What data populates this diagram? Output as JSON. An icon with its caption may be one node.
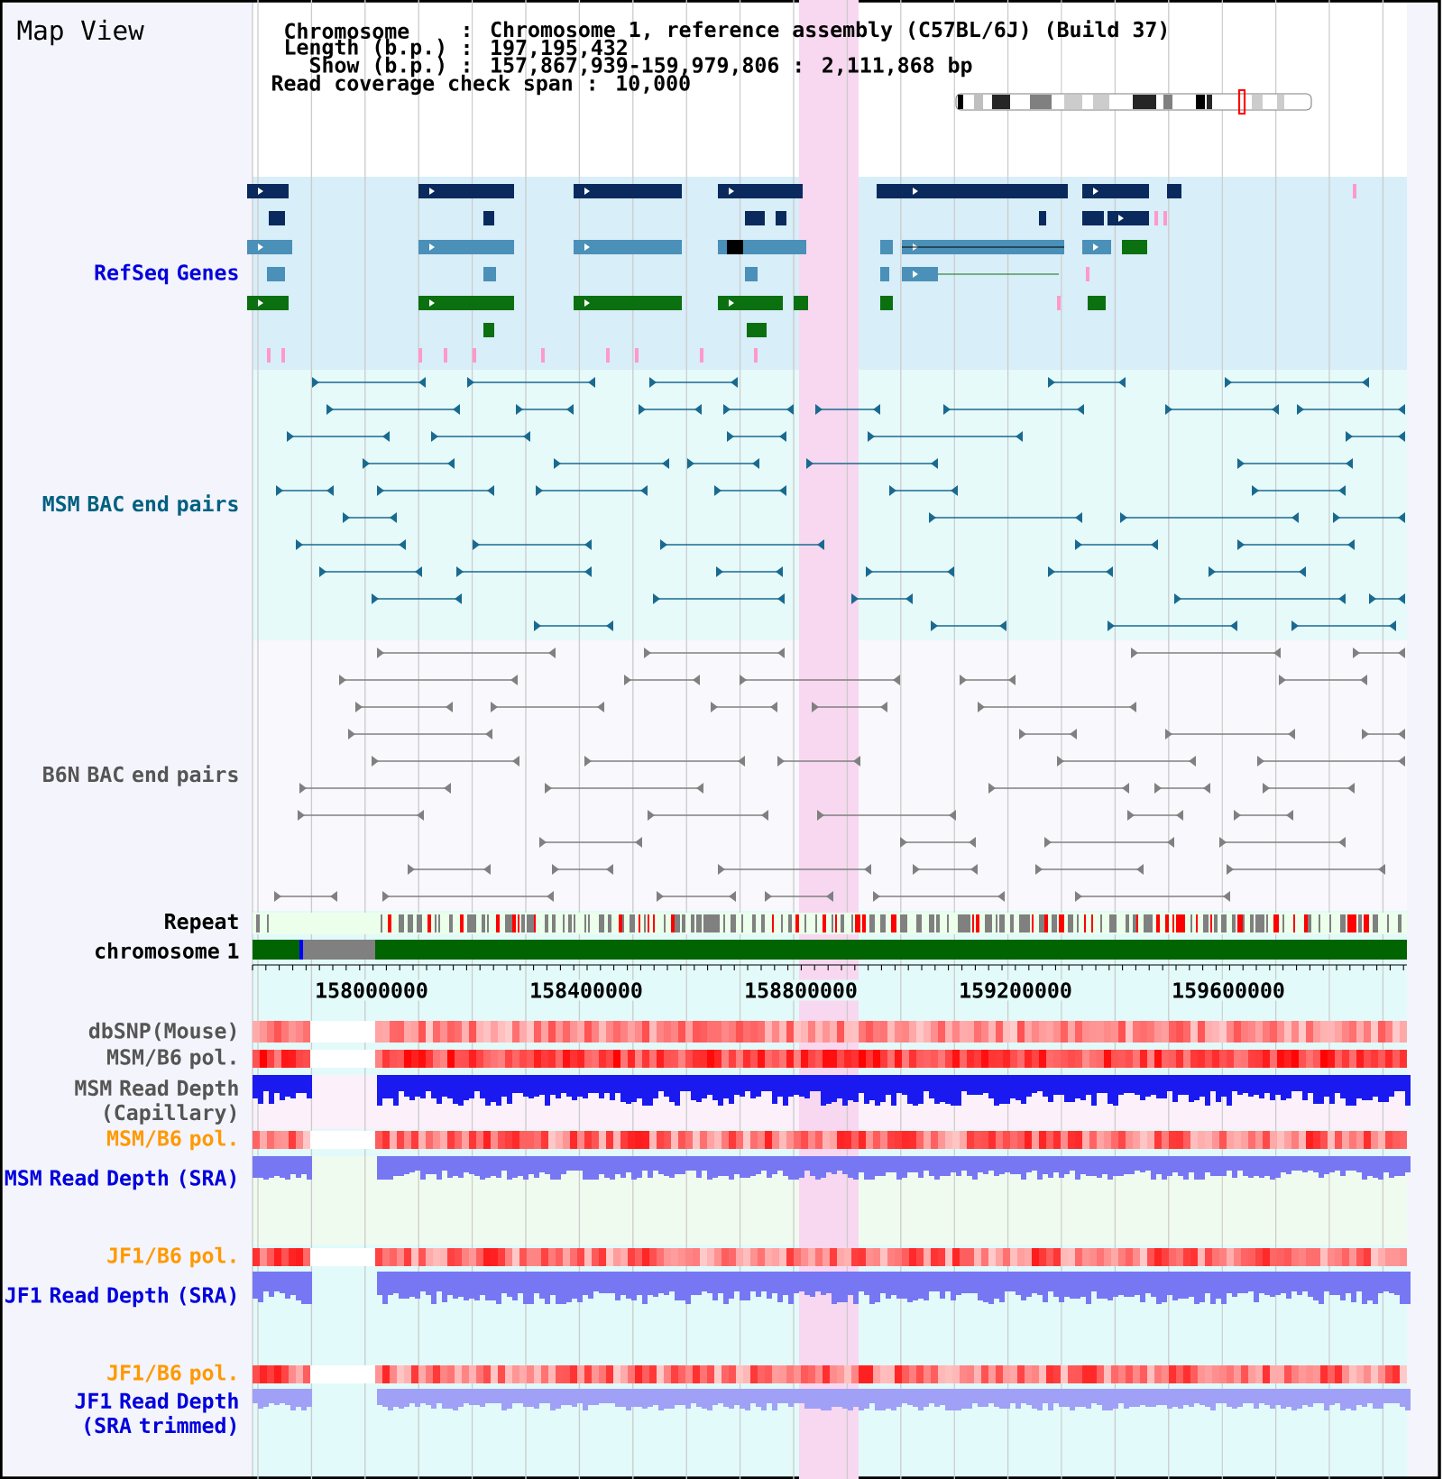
{
  "diagram": {
    "title": "Map View",
    "labels": [
      "Chromosome",
      ": Chromosome 1, reference assembly (C57BL/6J) (Build 37)",
      "Length (b.p.)",
      ": 197,195,432",
      "Show (b.p.)",
      ": 157,867,939-159,979,806 : 2,111,868 bp",
      "Read coverage check span : 10,000",
      "RefSeq Genes",
      "MSM BAC end pairs",
      "B6N BAC end pairs",
      "Repeat",
      "chromosome 1",
      "158000000",
      "158400000",
      "158800000",
      "159200000",
      "159600000",
      "dbSNP(Mouse)",
      "MSM/B6 pol.",
      "MSM Read Depth (Capillary)",
      "MSM/B6 pol.",
      "MSM Read Depth (SRA)",
      "JF1/B6 pol.",
      "JF1 Read Depth (SRA)",
      "JF1/B6 pol.",
      "JF1 Read Depth (SRA trimmed)"
    ]
  }
}
